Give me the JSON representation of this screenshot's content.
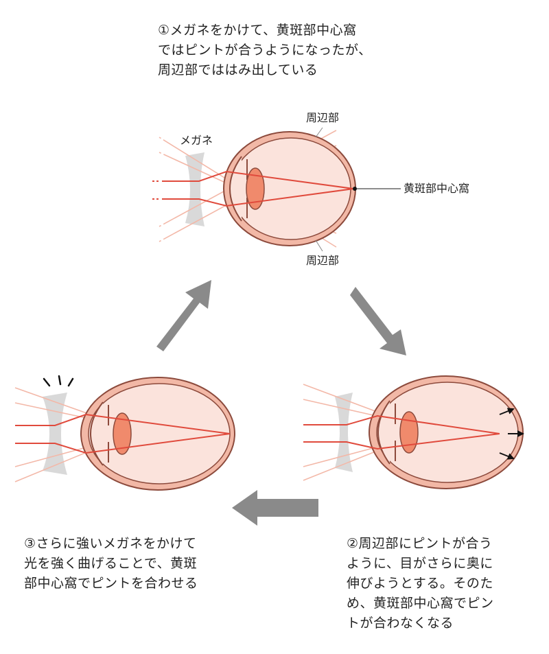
{
  "captions": {
    "step1": "①メガネをかけて、黄斑部中心窩\nではピントが合うようになったが、\n周辺部でははみ出している",
    "step2": "②周辺部にピントが合う\nように、目がさらに奥に\n伸びようとする。そのた\nめ、黄斑部中心窩でピン\nトが合わなくなる",
    "step3": "③さらに強いメガネをかけて\n光を強く曲げることで、黄斑\n部中心窩でピントを合わせる"
  },
  "labels": {
    "glasses": "メガネ",
    "periphery_top": "周辺部",
    "periphery_bottom": "周辺部",
    "fovea": "黄斑部中心窩"
  },
  "colors": {
    "eye_fill": "#fbe3dc",
    "eye_stroke": "#8c4a3c",
    "eye_ring": "#f2b8a6",
    "lens": "#f08a6c",
    "ray_center": "#e04a3c",
    "ray_periphery": "#f3b8a8",
    "glasses": "#d9d9d9",
    "arrow": "#8a8a8a"
  }
}
